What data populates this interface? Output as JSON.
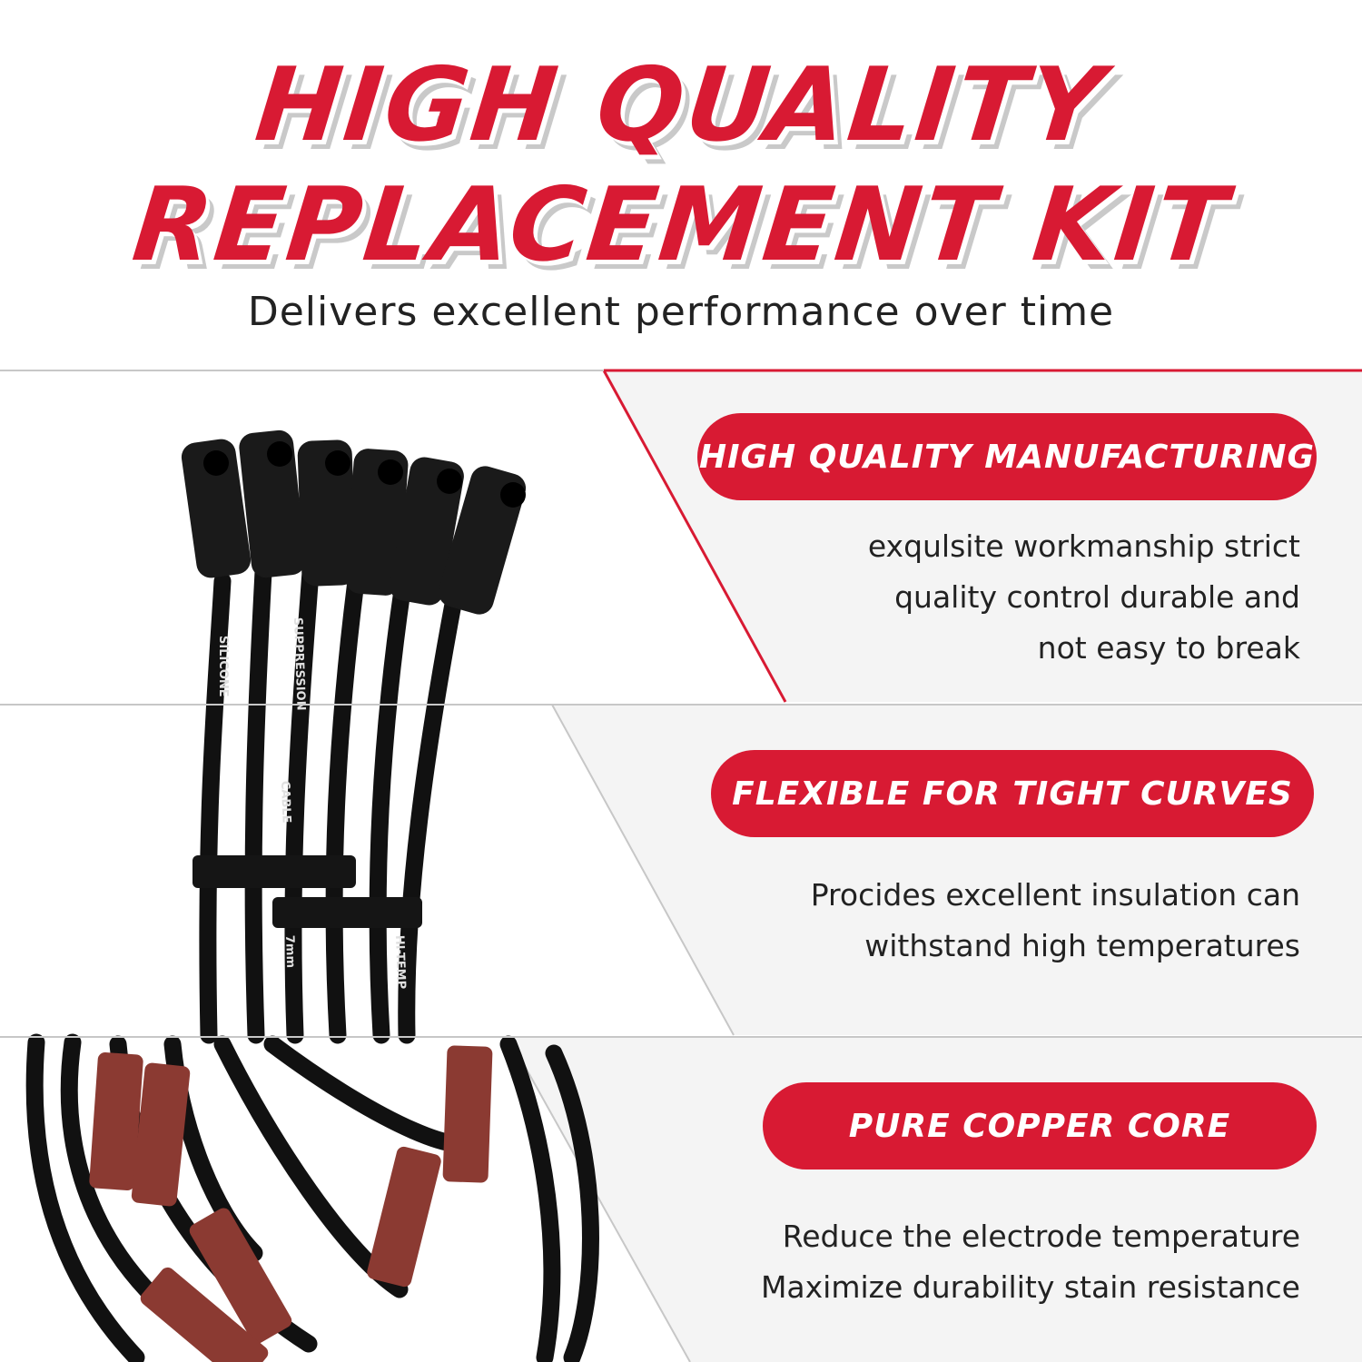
{
  "header": {
    "title_line1": "HIGH QUALITY",
    "title_line2": "REPLACEMENT KIT",
    "subtitle": "Delivers excellent performance over time"
  },
  "features": [
    {
      "title": "HIGH QUALITY MANUFACTURING",
      "lines": [
        "exqulsite workmanship strict",
        "quality control durable and",
        "not easy to break"
      ]
    },
    {
      "title": "FLEXIBLE FOR TIGHT CURVES",
      "lines": [
        "Procides excellent insulation can",
        "withstand high temperatures"
      ]
    },
    {
      "title": "PURE COPPER CORE",
      "lines": [
        "Reduce the electrode temperature",
        "Maximize durability stain resistance"
      ]
    }
  ],
  "product_photo": {
    "cable_prints": [
      "HI-TEMP",
      "SILICONE",
      "SUPPRESSION",
      "CABLE",
      "7mm"
    ]
  },
  "colors": {
    "accent": "#d81a33",
    "panel_gray": "#f4f4f4",
    "cable": "#111111",
    "boot_brown": "#8b3a32"
  }
}
